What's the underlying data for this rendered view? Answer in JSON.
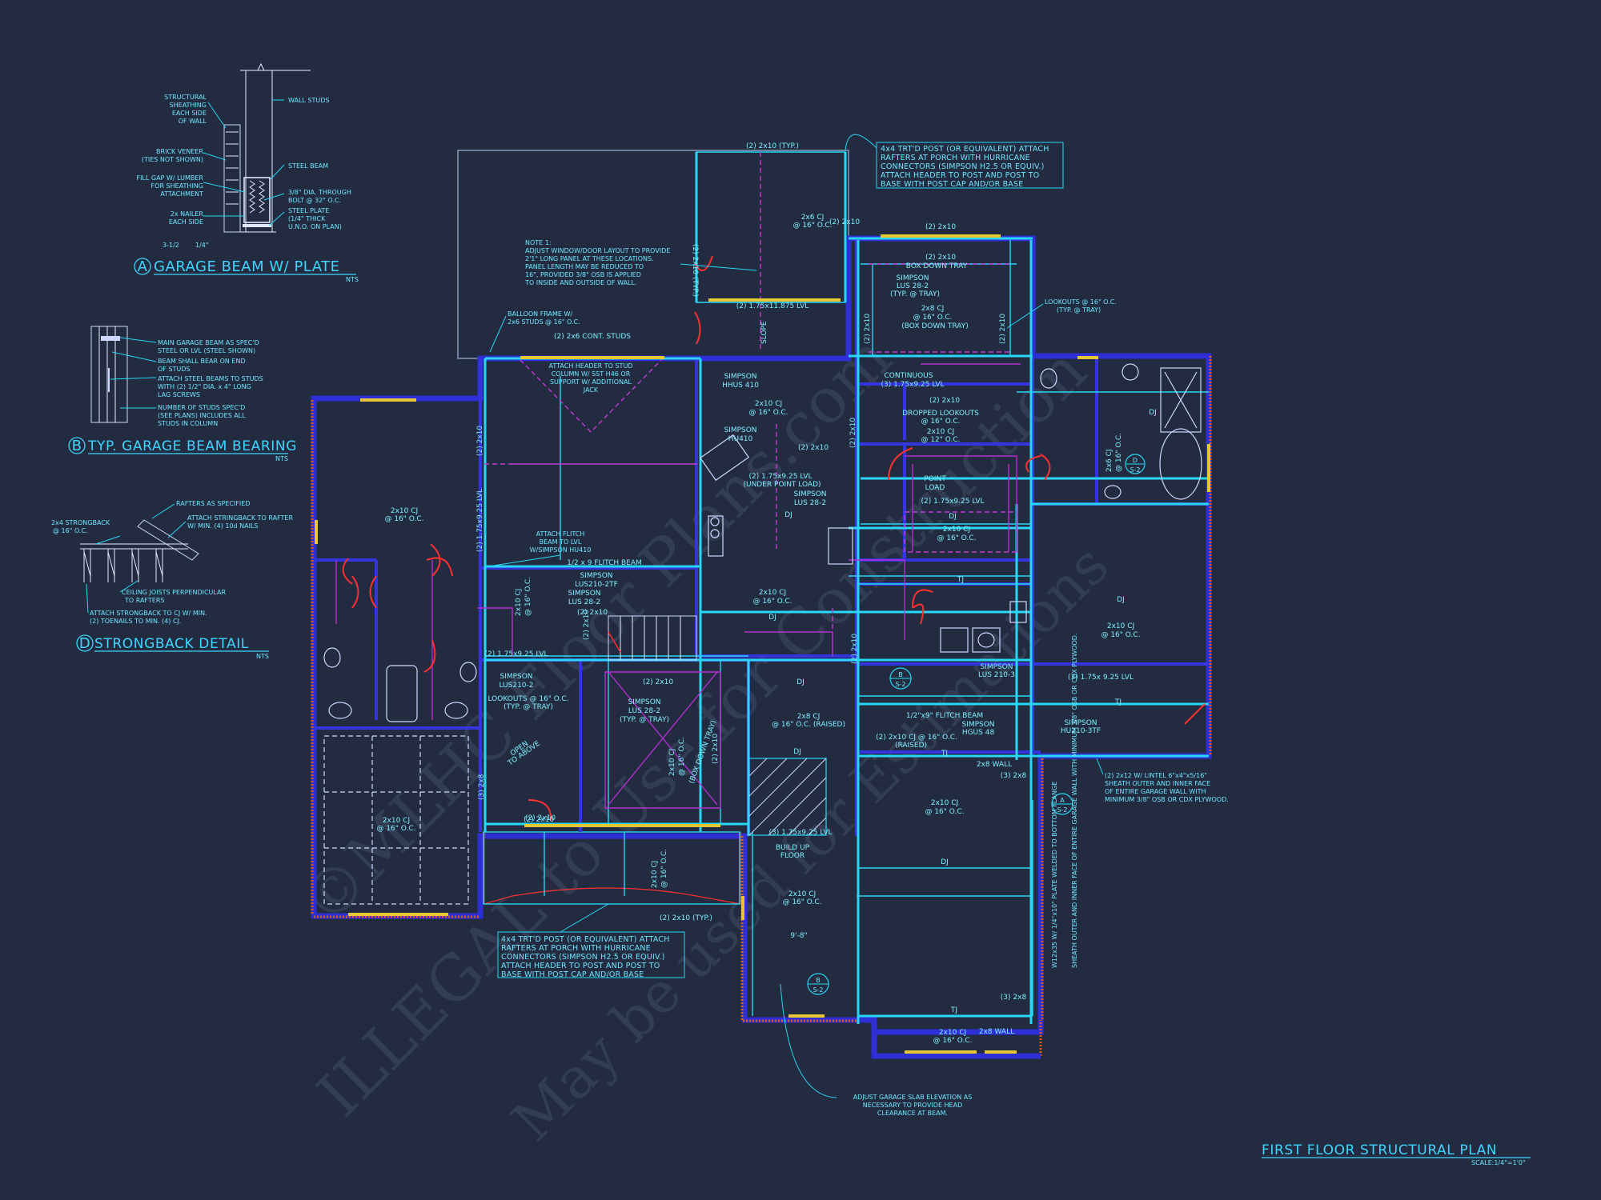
{
  "sheet": {
    "plan_title": "FIRST FLOOR STRUCTURAL PLAN",
    "scale": "SCALE:1/4\"=1'0\""
  },
  "watermark": {
    "line1": "©MLHC Floor Plans.com",
    "line2": "ILLEGAL to Use for Construction",
    "line3": "May be used for Estimations"
  },
  "details": {
    "a": {
      "tag": "A",
      "title": "GARAGE BEAM W/ PLATE",
      "scale": "NTS",
      "labels": [
        "STRUCTURAL",
        "SHEATHING",
        "EACH SIDE",
        "OF WALL",
        "WALL STUDS",
        "BRICK VENEER",
        "(TIES NOT SHOWN)",
        "STEEL BEAM",
        "FILL GAP W/ LUMBER",
        "FOR SHEATHING",
        "ATTACHMENT",
        "3/8\" DIA. THROUGH",
        "BOLT @ 32\" O.C.",
        "2x NAILER",
        "EACH SIDE",
        "STEEL PLATE",
        "(1/4\" THICK",
        "U.N.O. ON PLAN)",
        "3-1/2",
        "1/4\""
      ]
    },
    "b": {
      "tag": "B",
      "title": "TYP. GARAGE BEAM BEARING",
      "scale": "NTS",
      "labels": [
        "MAIN GARAGE BEAM AS SPEC'D",
        "STEEL OR LVL (STEEL SHOWN)",
        "BEAM SHALL BEAR ON END",
        "OF STUDS",
        "ATTACH STEEL BEAMS TO STUDS",
        "WITH (2) 1/2\" DIA. x 4\" LONG",
        "LAG SCREWS",
        "NUMBER OF STUDS SPEC'D",
        "(SEE PLANS) INCLUDES ALL",
        "STUDS IN COLUMN"
      ]
    },
    "d": {
      "tag": "D",
      "title": "STRONGBACK DETAIL",
      "scale": "NTS",
      "labels": [
        "RAFTERS AS SPECIFIED",
        "2x4 STRONGBACK",
        "@ 16\" O.C.",
        "ATTACH STRINGBACK TO RAFTER",
        "W/ MIN. (4) 10d NAILS",
        "CEILING JOISTS PERPENDICULAR",
        "TO RAFTERS",
        "ATTACH STRONGBACK TO CJ W/ MIN.",
        "(2) TOENAILS TO MIN. (4) CJ."
      ]
    }
  },
  "boxed_notes": {
    "porch_top": [
      "4x4 TRT'D POST (OR EQUIVALENT) ATTACH",
      "RAFTERS AT PORCH WITH HURRICANE",
      "CONNECTORS (SIMPSON H2.5 OR EQUIV.)",
      "ATTACH HEADER TO POST AND POST TO",
      "BASE WITH POST CAP AND/OR BASE"
    ],
    "porch_bottom": [
      "4x4 TRT'D POST (OR EQUIVALENT) ATTACH",
      "RAFTERS AT PORCH WITH HURRICANE",
      "CONNECTORS (SIMPSON H2.5 OR EQUIV.)",
      "ATTACH HEADER TO POST AND POST TO",
      "BASE WITH POST CAP AND/OR BASE"
    ]
  },
  "notes": {
    "note1": [
      "NOTE 1:",
      "ADJUST WINDOW/DOOR LAYOUT TO PROVIDE",
      "2'1\" LONG PANEL AT THESE LOCATIONS.",
      "PANEL LENGTH MAY BE REDUCED TO",
      "16\", PROVIDED 3/8\" OSB IS APPLIED",
      "TO INSIDE AND OUTSIDE OF WALL."
    ],
    "balloon": [
      "BALLOON FRAME W/",
      "2x6 STUDS @ 16\" O.C."
    ],
    "header": [
      "ATTACH HEADER TO STUD",
      "COLUMN W/ SST H46 OR",
      "SUPPORT W/ ADDITIONAL",
      "JACK"
    ],
    "flitch": [
      "ATTACH FLITCH",
      "BEAM TO LVL",
      "W/SIMPSON HU410"
    ],
    "lookouts_right": [
      "LOOKOUTS @ 16\" O.C.",
      "(TYP. @ TRAY)"
    ],
    "lintel": [
      "(2) 2x12 W/ LINTEL 6\"x4\"x5/16\"",
      "SHEATH OUTER AND INNER FACE",
      "OF ENTIRE GARAGE WALL WITH",
      "MINIMUM 3/8\" OSB OR CDX PLYWOOD."
    ],
    "slab": [
      "ADJUST GARAGE SLAB ELEVATION AS",
      "NECESSARY TO PROVIDE HEAD",
      "CLEARANCE AT BEAM."
    ],
    "vertical_plate": "W12x35 W/ 1/4\"x10\" PLATE WELDED TO BOTTOM FLANGE",
    "vertical_sheath": "SHEATH OUTER AND INNER FACE OF ENTIRE GARAGE WALL WITH MINIMUM 3/8\" OSB OR CDX PLYWOOD."
  },
  "labels": {
    "l01": "(2) 2x10 (TYP.)",
    "l02": "2x6 CJ",
    "l03": "@ 16\" O.C.",
    "l04": "(2) 1.75x11.875 LVL",
    "l05": "SLOPE",
    "l06": "(2) 2x10 (TYP.)",
    "l07": "(2) 2x10",
    "l08": "(2) 2x10",
    "l09": "BOX DOWN TRAY",
    "l10": "SIMPSON",
    "l11": "LUS 28-2",
    "l12": "(TYP. @ TRAY)",
    "l13": "2x8 CJ",
    "l14": "@ 16\" O.C.",
    "l15": "(BOX DOWN TRAY)",
    "l16": "(2) 2x10",
    "l17": "(2) 2x10",
    "l18": "CONTINUOUS",
    "l19": "(3) 1.75x9.25 LVL",
    "l20": "(2) 2x10",
    "l21": "DROPPED LOOKOUTS",
    "l22": "@ 16\" O.C.",
    "l23": "2x10 CJ",
    "l24": "@ 12\" O.C.",
    "l25": "(2) 2x6 CONT. STUDS",
    "l26": "SIMPSON",
    "l27": "HHUS 410",
    "l28": "2x10 CJ",
    "l29": "@ 16\" O.C.",
    "l30": "SIMPSON",
    "l31": "HU410",
    "l32": "(2) 2x10",
    "l33": "(2) 1.75x9.25 LVL",
    "l34": "(UNDER POINT LOAD)",
    "l35": "SIMPSON",
    "l36": "LUS 28-2",
    "l37": "POINT",
    "l38": "LOAD",
    "l39": "(2) 1.75x9.25 LVL",
    "l40": "DJ",
    "l41": "2x10 CJ",
    "l42": "@ 16\" O.C.",
    "l43": "DJ",
    "l44": "2x10 CJ",
    "l45": "@ 16\" O.C.",
    "l46": "1/2 x 9 FLITCH BEAM",
    "l47": "SIMPSON",
    "l48": "LUS210-2TF",
    "l49": "SIMPSON",
    "l50": "LUS 28-2",
    "l51": "(2) 2x10",
    "l52": "2x10 CJ",
    "l53": "@ 16\" O.C.",
    "l54": "DJ",
    "l55": "TJ",
    "l56": "DJ",
    "l57": "2x10 CJ",
    "l58": "@ 16\" O.C.",
    "l59": "SIMPSON",
    "l60": "LUS 210-3",
    "l61": "(3) 1.75x 9.25 LVL",
    "l62": "(2) 1.75x9.25 LVL",
    "l63": "SIMPSON",
    "l64": "LUS210-2",
    "l65": "LOOKOUTS @ 16\" O.C.",
    "l66": "(TYP. @ TRAY)",
    "l67": "(2) 2x10",
    "l68": "SIMPSON",
    "l69": "LUS 28-2",
    "l70": "(TYP. @ TRAY)",
    "l71": "2x10 CJ",
    "l72": "@ 16\" O.C.",
    "l73": "(BOX DOWN TRAY)",
    "l74": "DJ",
    "l75": "2x8 CJ",
    "l76": "@ 16\" O.C. (RAISED)",
    "l77": "1/2\"x9\" FLITCH BEAM",
    "l78": "SIMPSON",
    "l79": "HGUS 48",
    "l80": "SIMPSON",
    "l81": "HU210-3TF",
    "l82": "TJ",
    "l83": "(2) 2x10 CJ @ 16\" O.C.",
    "l84": "(RAISED)",
    "l85": "TJ",
    "l86": "DJ",
    "l87": "2x8 WALL",
    "l88": "(3) 2x8",
    "l89": "(2) 2x10",
    "l90": "(2) 2x10",
    "l91": "2x10 CJ",
    "l92": "@ 16\" O.C.",
    "l93": "OPEN",
    "l94": "TO ABOVE",
    "l95": "(2) 2x10",
    "l96": "(3) 1.75x9.25 LVL",
    "l97": "BUILD UP",
    "l98": "FLOOR",
    "l99": "2x10 CJ",
    "m01": "@ 16\" O.C.",
    "m02": "DJ",
    "m03": "2x10 CJ",
    "m04": "@ 16\" O.C.",
    "m05": "(2) 2x10 (TYP.)",
    "m06": "2x10 CJ",
    "m07": "@ 16\" O.C.",
    "m08": "(2) 2x10",
    "m09": "9'-8\"",
    "m10": "(3) 2x8",
    "m11": "TJ",
    "m12": "2x10 CJ",
    "m13": "@ 16\" O.C.",
    "m14": "2x8 WALL",
    "m15": "(2) 2x10",
    "m16": "DJ",
    "m17": "(2) 2x10",
    "m18": "(2) 1.75x9.25 LVL",
    "m19": "(2) 2x10",
    "m20": "(3) 2x8",
    "m21": "(2) 2x10",
    "m22": "2x6 CJ",
    "m23": "@ 16\" O.C.",
    "m24": "2x10 CJ",
    "m25": "@ 16\" O.C."
  },
  "section_tags": [
    {
      "letter": "D",
      "sheet": "S-2"
    },
    {
      "letter": "B",
      "sheet": "S-2"
    },
    {
      "letter": "A",
      "sheet": "S-2"
    },
    {
      "letter": "B",
      "sheet": "S-2"
    }
  ]
}
